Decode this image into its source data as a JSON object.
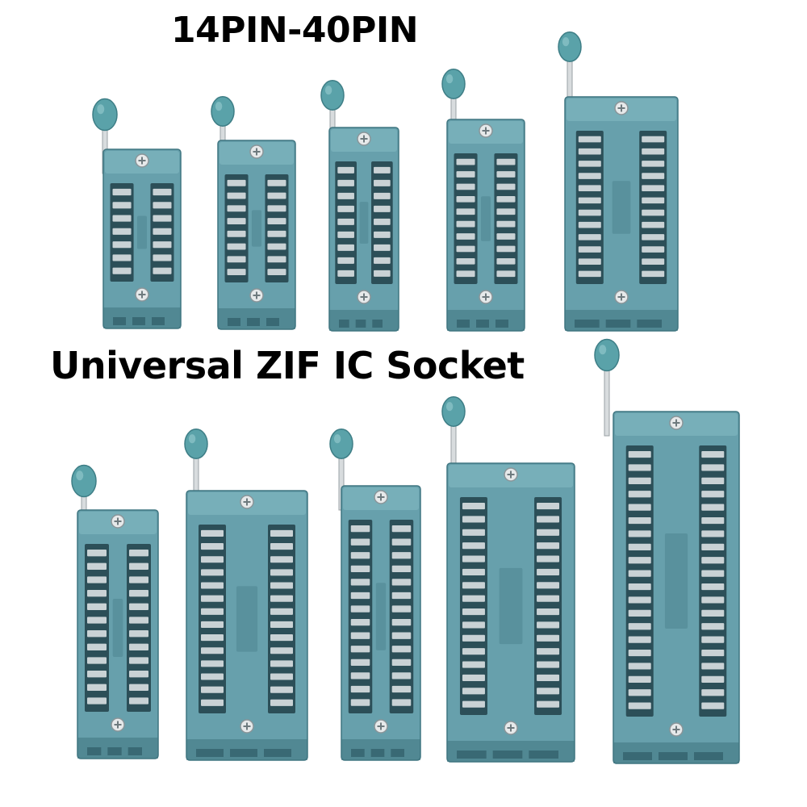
{
  "headline_top": "14PIN-40PIN",
  "headline_mid": "Universal ZIF IC Socket",
  "colors": {
    "socket_body": "#67a0ac",
    "socket_shadow": "#3f7580",
    "socket_highlight": "#8cc0ca",
    "contact_slot": "#2c4f58",
    "contact_metal": "#c9d2d5",
    "lever_knob": "#5aa2a9",
    "lever_rod": "#d8dcde",
    "screw": "#e6e9ea",
    "background": "#ffffff"
  },
  "sockets": [
    {
      "pins": 14
    },
    {
      "pins": 16
    },
    {
      "pins": 18
    },
    {
      "pins": 20
    },
    {
      "pins": 24
    },
    {
      "pins": 24
    },
    {
      "pins": 28
    },
    {
      "pins": 28
    },
    {
      "pins": 32
    },
    {
      "pins": 40
    }
  ]
}
